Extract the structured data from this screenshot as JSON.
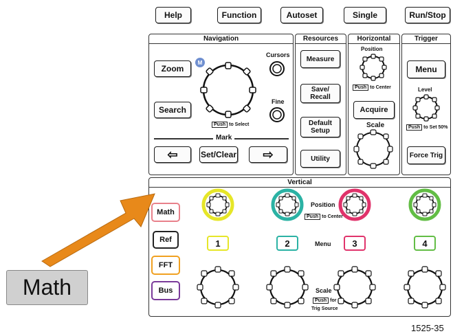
{
  "top_buttons": [
    "Help",
    "Function",
    "Autoset",
    "Single",
    "Run/Stop"
  ],
  "navigation": {
    "title": "Navigation",
    "zoom": "Zoom",
    "cursors": "Cursors",
    "search": "Search",
    "fine": "Fine",
    "push_label": "Push",
    "push_to": "to Select",
    "mark": "Mark",
    "left_arrow": "⇦",
    "setclear": "Set/Clear",
    "right_arrow": "⇨",
    "m_badge": "M"
  },
  "resources": {
    "title": "Resources",
    "measure": "Measure",
    "save_recall_1": "Save/",
    "save_recall_2": "Recall",
    "default_setup_1": "Default",
    "default_setup_2": "Setup",
    "utility": "Utility"
  },
  "horizontal": {
    "title": "Horizontal",
    "position": "Position",
    "push_label": "Push",
    "push_to": "to Center",
    "acquire": "Acquire",
    "scale": "Scale"
  },
  "trigger": {
    "title": "Trigger",
    "menu": "Menu",
    "level": "Level",
    "push_label": "Push",
    "push_to": "to Set 50%",
    "force_trig": "Force Trig"
  },
  "vertical": {
    "title": "Vertical",
    "math": "Math",
    "ref": "Ref",
    "fft": "FFT",
    "bus": "Bus",
    "position": "Position",
    "push_label": "Push",
    "push_center": "to Center",
    "menu": "Menu",
    "scale": "Scale",
    "push_for": "for",
    "trig_source": "Trig Source",
    "channels": [
      "1",
      "2",
      "3",
      "4"
    ]
  },
  "colors": {
    "ch1": "#e6e628",
    "ch2": "#2bb2a4",
    "ch3": "#e0336b",
    "ch4": "#62bd45",
    "math": "#e8808a",
    "fft": "#f0a020",
    "bus": "#7a3a9a",
    "arrow": "#e8891a"
  },
  "callout": "Math",
  "figure_id": "1525-35"
}
